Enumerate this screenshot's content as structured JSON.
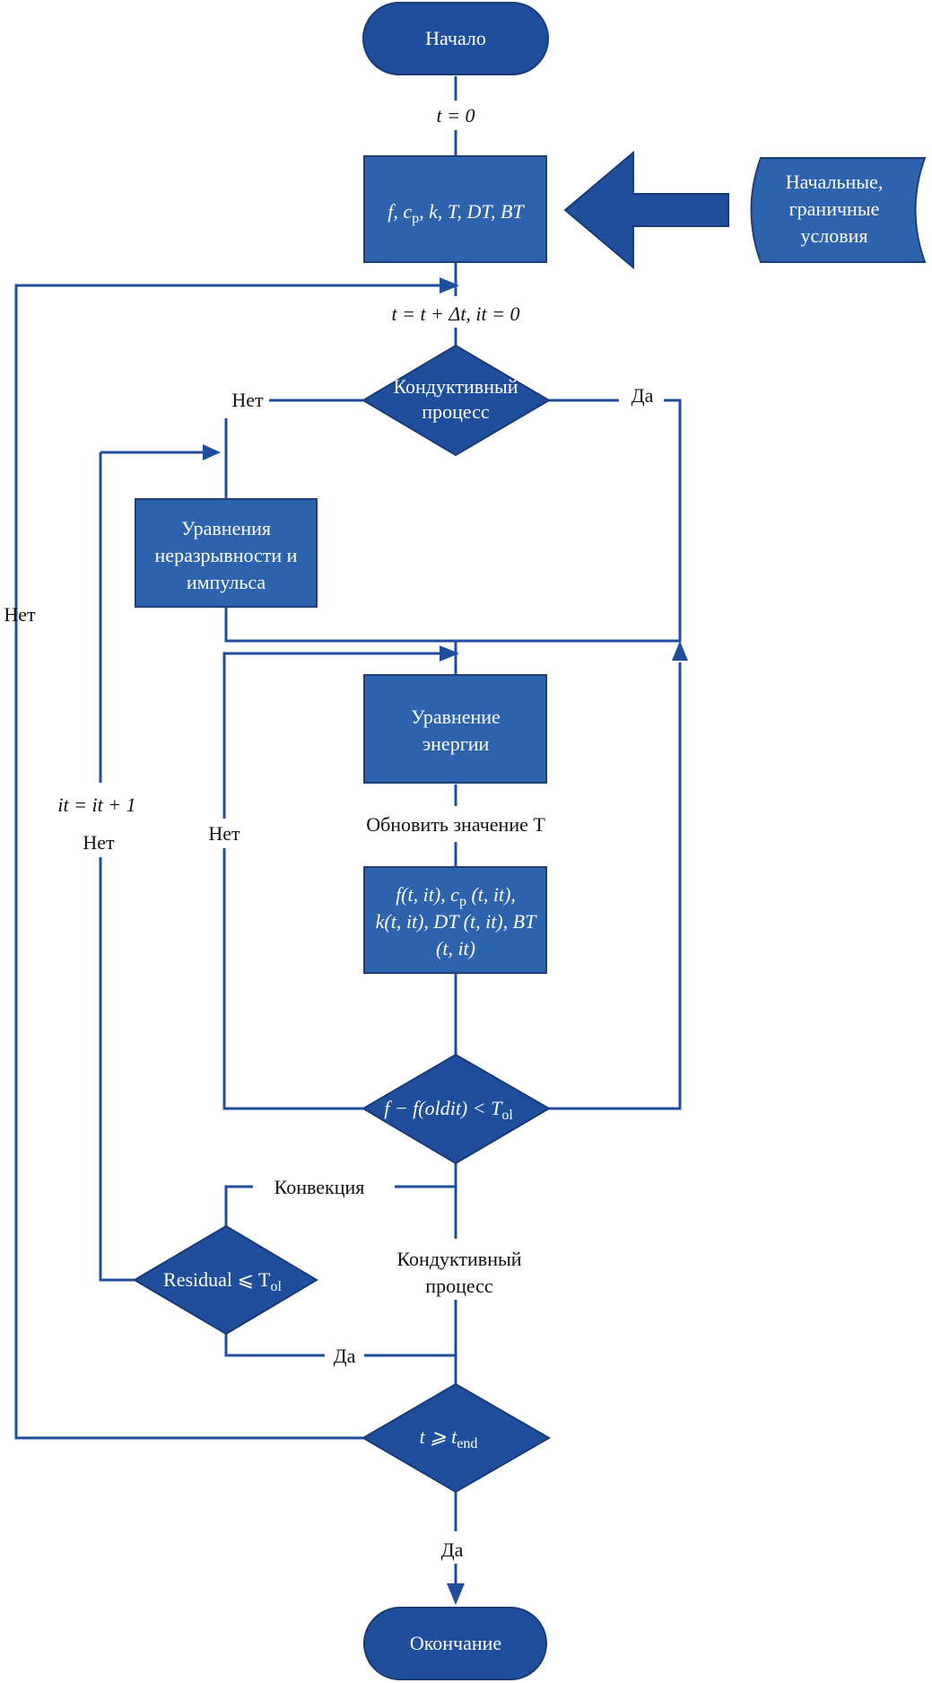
{
  "colors": {
    "box": "#2d63ad",
    "diamond": "#1f4f9c",
    "line": "#1f4f9c",
    "text_on_shape": "#ffffff",
    "text_label": "#111111"
  },
  "nodes": {
    "start": "Начало",
    "params_box": {
      "main": "f, c",
      "sub": "p",
      "rest": ", k, T, DT, BT"
    },
    "boundary_conditions": [
      "Начальные,",
      "граничные",
      "условия"
    ],
    "decision_conductive": [
      "Кондуктивный",
      "процесс"
    ],
    "continuity_momentum": [
      "Уравнения",
      "неразрывности и",
      "импульса"
    ],
    "energy_equation": [
      "Уравнение",
      "энергии"
    ],
    "update_box": {
      "line1a": "f(t, it), c",
      "line1sub": "p",
      "line1b": " (t, it),",
      "line2": "k(t, it), DT (t, it), BT",
      "line3": "(t, it)"
    },
    "decision_convergence": {
      "a": "f − f(oldit) < T",
      "sub": "ol"
    },
    "decision_residual": {
      "a": "Residual ⩽ T",
      "sub": "ol"
    },
    "decision_time": {
      "a": "t ⩾ t",
      "sub": "end"
    },
    "end": "Окончание"
  },
  "labels": {
    "t0": "t = 0",
    "t_increment": "t = t + Δt, it = 0",
    "no_left_conductive": "Нет",
    "yes_right_conductive": "Да",
    "no_outer_loop": "Нет",
    "it_increment": "it = it + 1",
    "no_it_loop": "Нет",
    "no_energy_loop": "Нет",
    "update_T": "Обновить значение T",
    "convection": "Конвекция",
    "conductive_process": [
      "Кондуктивный",
      "процесс"
    ],
    "yes_residual": "Да",
    "yes_end": "Да"
  }
}
